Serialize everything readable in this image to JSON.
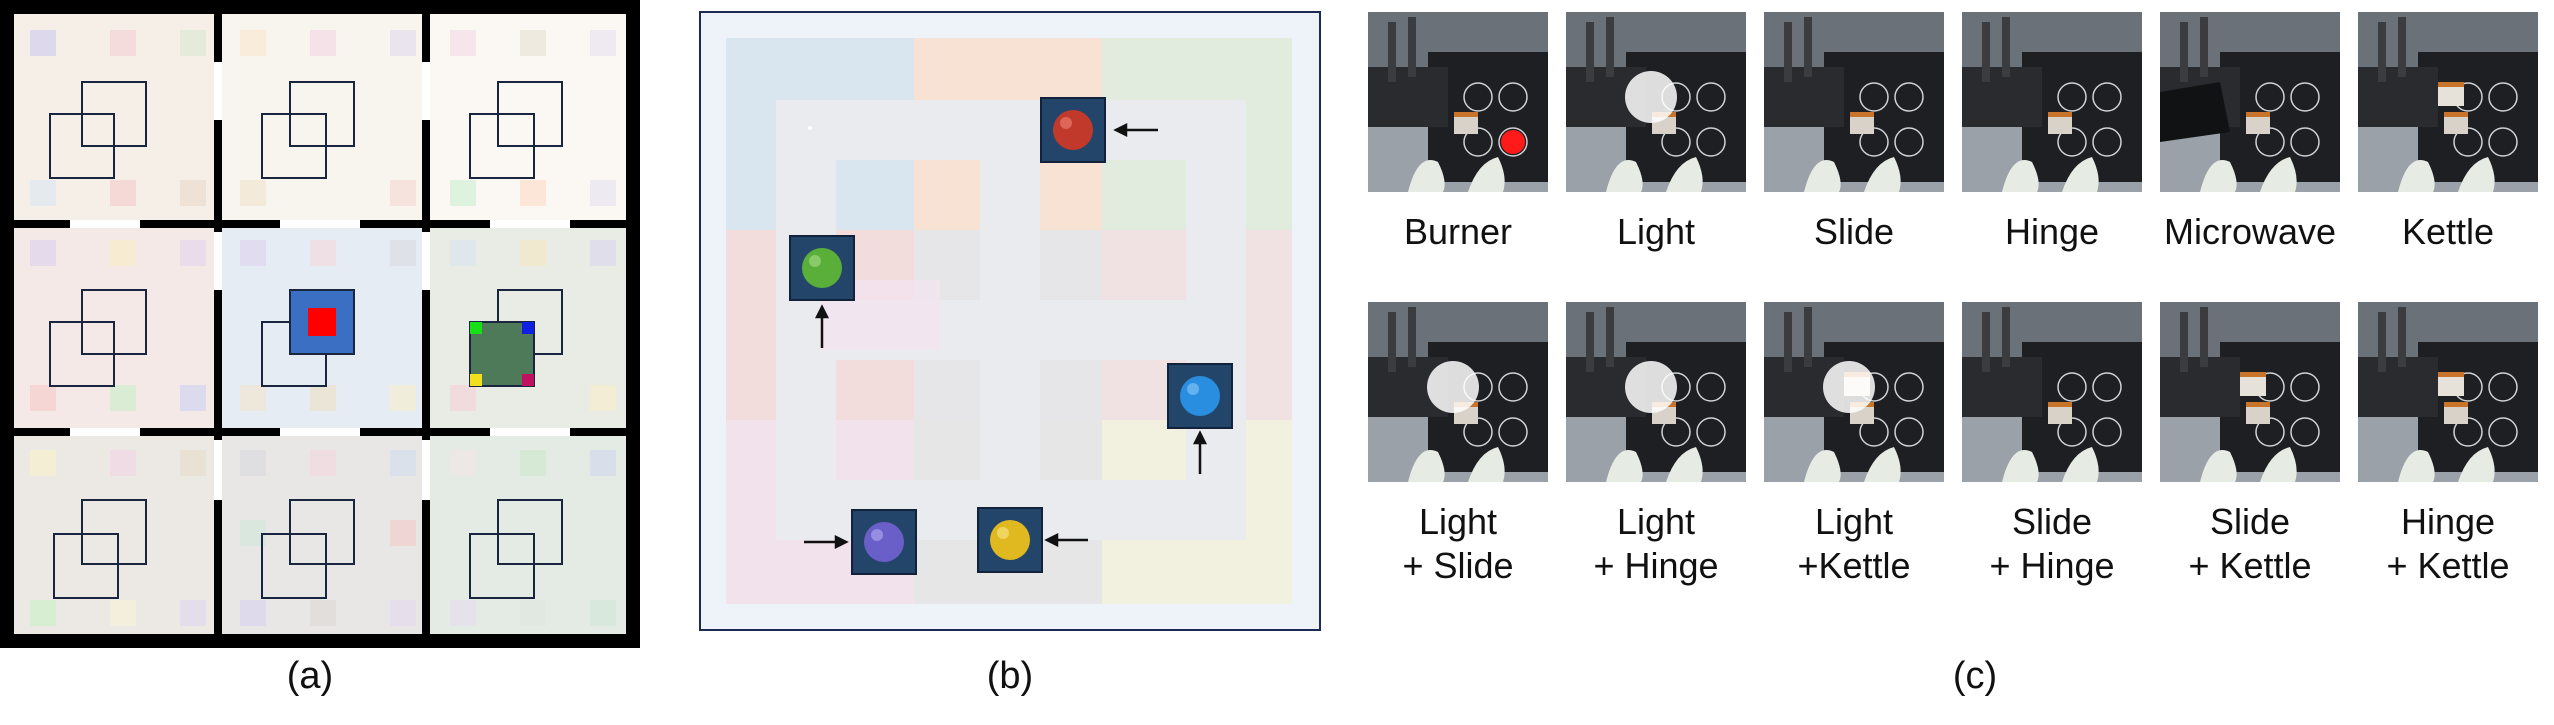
{
  "captions": {
    "a": "(a)",
    "b": "(b)",
    "c": "(c)"
  },
  "panel_c": {
    "row1_labels": [
      "Burner",
      "Light",
      "Slide",
      "Hinge",
      "Microwave",
      "Kettle"
    ],
    "row2_labels": [
      "Light\n+ Slide",
      "Light\n+ Hinge",
      "Light\n+Kettle",
      "Slide\n+ Hinge",
      "Slide\n+ Kettle",
      "Hinge\n+ Kettle"
    ]
  },
  "colors": {
    "grid_border": "#000000",
    "target_red": "#ff0000",
    "agent_blue": "#3b6fc4",
    "agent_green": "#4f7a5a",
    "ball_red": "#c0392b",
    "ball_green": "#5aae3a",
    "ball_blue": "#2a8ee0",
    "ball_purple": "#6a5ec8",
    "ball_yellow": "#e0b820"
  }
}
